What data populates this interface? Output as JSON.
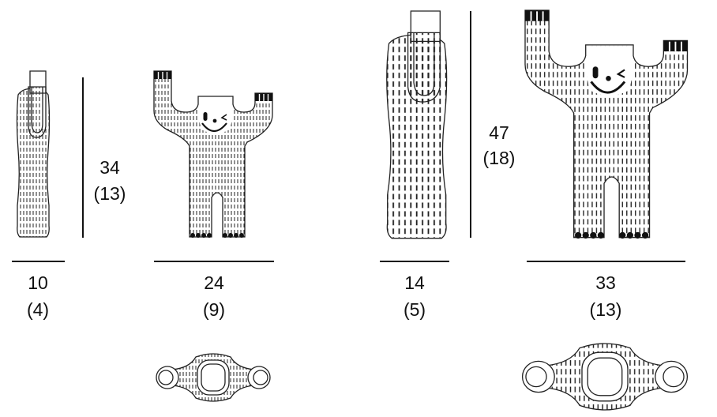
{
  "colors": {
    "ink": "#111111",
    "background": "#ffffff"
  },
  "items": [
    {
      "name": "small-vase",
      "width_cm": "10",
      "width_in": "(4)",
      "height_cm": "34",
      "height_in": "(13)"
    },
    {
      "name": "small-figure",
      "width_cm": "24",
      "width_in": "(9)"
    },
    {
      "name": "large-vase",
      "width_cm": "14",
      "width_in": "(5)",
      "height_cm": "47",
      "height_in": "(18)"
    },
    {
      "name": "large-figure",
      "width_cm": "33",
      "width_in": "(13)"
    }
  ]
}
